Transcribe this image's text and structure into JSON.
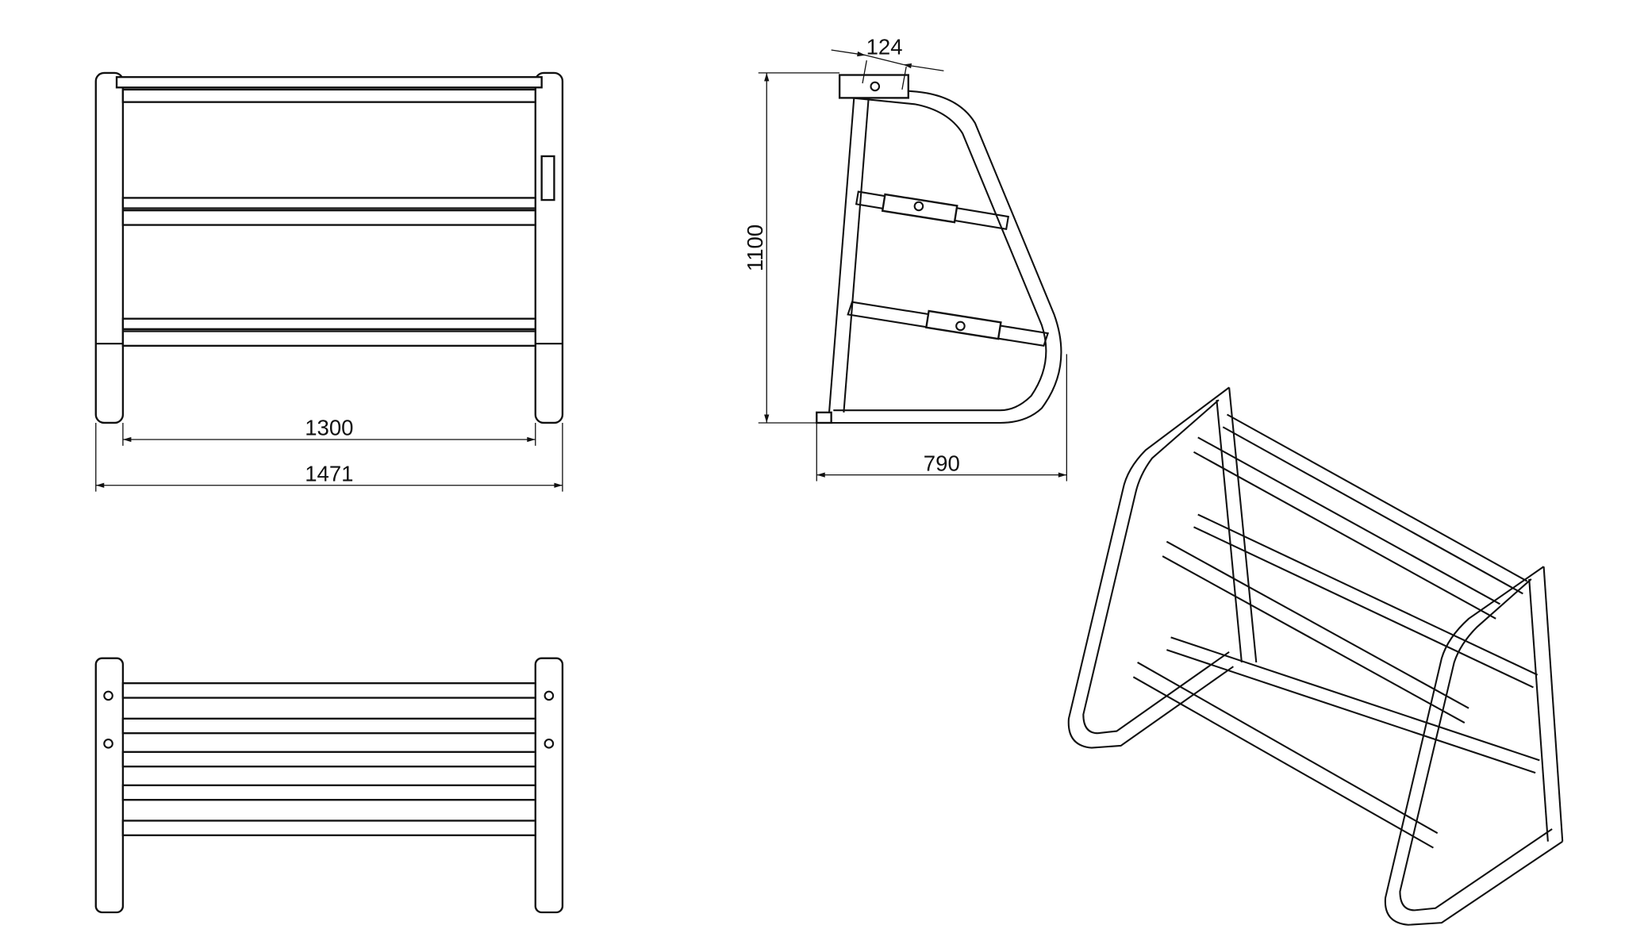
{
  "drawing": {
    "front_view": {
      "inner_width": "1300",
      "overall_width": "1471"
    },
    "side_view": {
      "height": "1100",
      "depth": "790",
      "bracket_width": "124"
    },
    "views": [
      "front",
      "top",
      "side",
      "isometric"
    ]
  }
}
